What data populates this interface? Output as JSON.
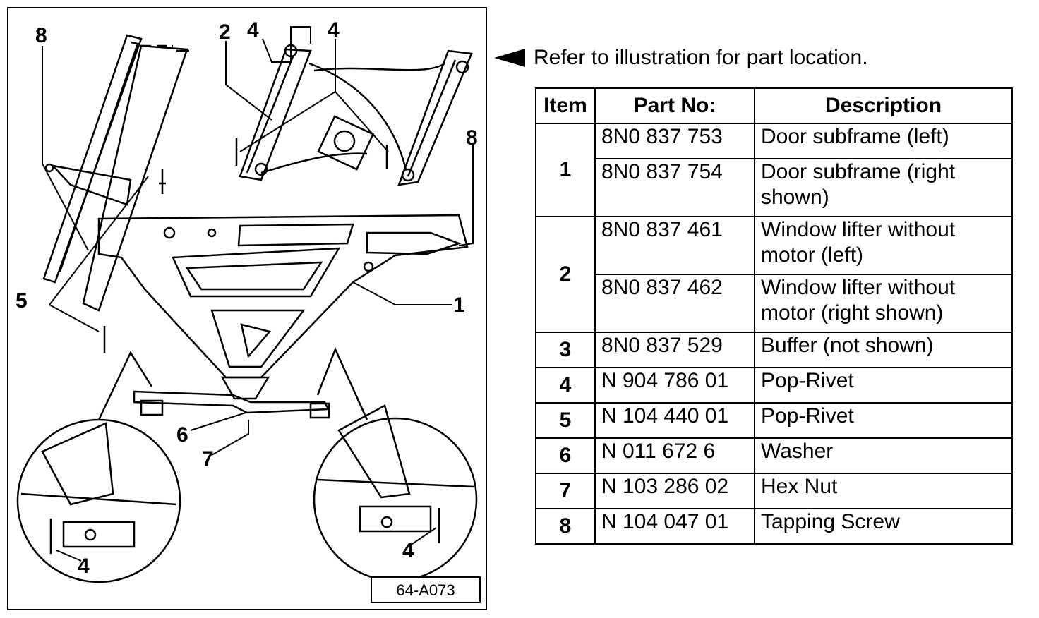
{
  "note": {
    "text": "Refer to illustration for part location.",
    "icon": "left-arrow-icon"
  },
  "table": {
    "headers": [
      "Item",
      "Part No:",
      "Description"
    ],
    "groups": [
      {
        "item": "1",
        "rows": [
          {
            "part_no": "8N0 837 753",
            "description": "Door subframe (left)"
          },
          {
            "part_no": "8N0 837 754",
            "description": "Door subframe (right  shown)"
          }
        ]
      },
      {
        "item": "2",
        "rows": [
          {
            "part_no": "8N0 837 461",
            "description": "Window lifter without motor (left)"
          },
          {
            "part_no": "8N0 837 462",
            "description": "Window lifter without motor (right shown)"
          }
        ]
      },
      {
        "item": "3",
        "rows": [
          {
            "part_no": "8N0 837 529",
            "description": "Buffer (not shown)"
          }
        ]
      },
      {
        "item": "4",
        "rows": [
          {
            "part_no": "N 904 786 01",
            "description": "Pop-Rivet"
          }
        ]
      },
      {
        "item": "5",
        "rows": [
          {
            "part_no": "N 104 440 01",
            "description": "Pop-Rivet"
          }
        ]
      },
      {
        "item": "6",
        "rows": [
          {
            "part_no": "N 011 672 6",
            "description": "Washer"
          }
        ]
      },
      {
        "item": "7",
        "rows": [
          {
            "part_no": "N 103 286 02",
            "description": "Hex Nut"
          }
        ]
      },
      {
        "item": "8",
        "rows": [
          {
            "part_no": "N 104 047 01",
            "description": "Tapping Screw"
          }
        ]
      }
    ]
  },
  "diagram": {
    "figure_id": "64-A073",
    "callouts": {
      "c8a": "8",
      "c2": "2",
      "c4a": "4",
      "c4b": "4",
      "c8b": "8",
      "c1": "1",
      "c5": "5",
      "c6": "6",
      "c7": "7",
      "c4c": "4",
      "c4d": "4"
    }
  }
}
